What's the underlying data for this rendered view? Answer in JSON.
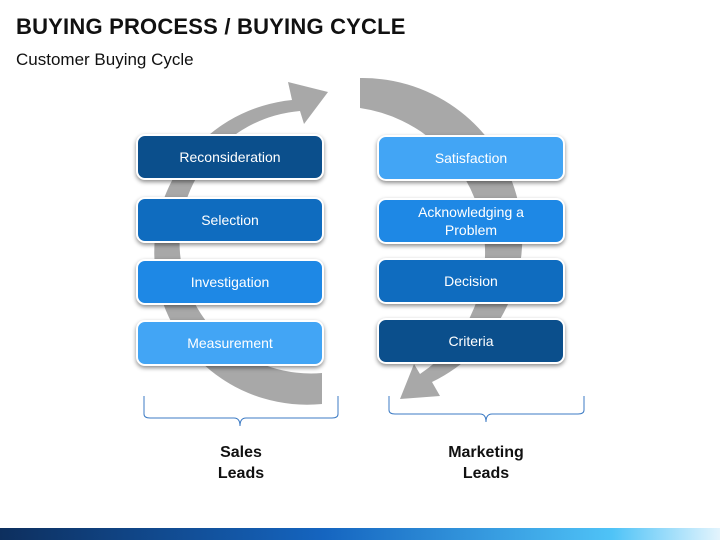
{
  "title": "BUYING PROCESS / BUYING CYCLE",
  "subtitle": "Customer Buying Cycle",
  "left_column": [
    {
      "label": "Reconsideration"
    },
    {
      "label": "Selection"
    },
    {
      "label": "Investigation"
    },
    {
      "label": "Measurement"
    }
  ],
  "right_column": [
    {
      "label": "Satisfaction"
    },
    {
      "label": "Acknowledging a Problem"
    },
    {
      "label": "Decision"
    },
    {
      "label": "Criteria"
    }
  ],
  "groups": {
    "left": {
      "line1": "Sales",
      "line2": "Leads"
    },
    "right": {
      "line1": "Marketing",
      "line2": "Leads"
    }
  },
  "colors": {
    "arrow": "#a8a8a8",
    "dark_blue": "#0b4f8c",
    "mid_blue": "#0f6cbf",
    "blue": "#1e88e5",
    "light_blue": "#42a5f5"
  }
}
